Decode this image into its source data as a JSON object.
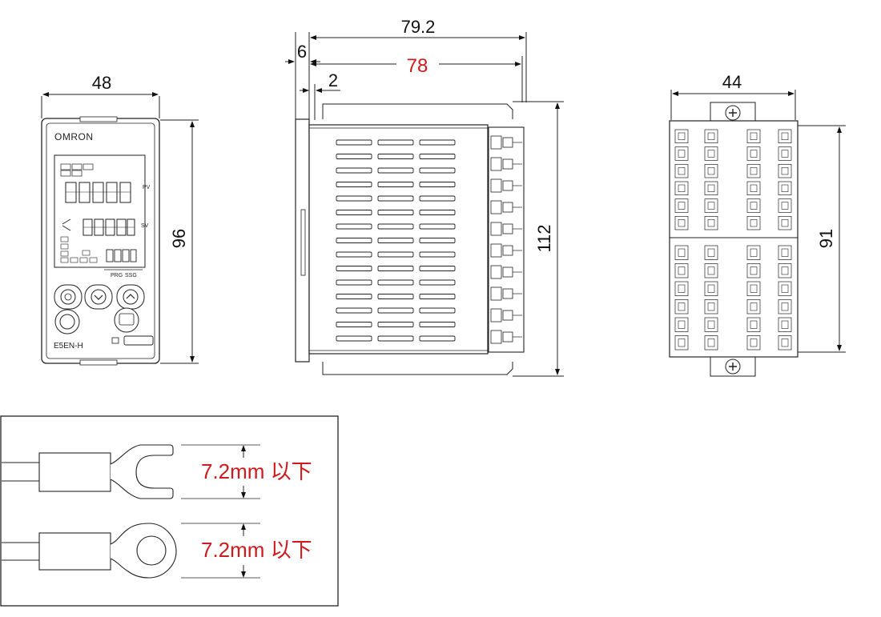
{
  "front_view": {
    "width_dim": "48",
    "height_dim": "96",
    "brand": "OMRON",
    "model": "E5EN-H",
    "pv_label": "PV",
    "sv_label": "SV",
    "prg_label": "PRG",
    "ssg_label": "SSG"
  },
  "side_view": {
    "overall_depth_dim": "79.2",
    "body_depth_dim": "78",
    "bezel_thickness_dim": "6",
    "panel_offset_dim": "2",
    "height_dim": "112"
  },
  "rear_view": {
    "width_dim": "44",
    "height_dim": "91"
  },
  "terminal_callout": {
    "fork_label": "7.2mm 以下",
    "ring_label": "7.2mm 以下"
  },
  "colors": {
    "highlight": "#d0191b",
    "line": "#222222"
  }
}
